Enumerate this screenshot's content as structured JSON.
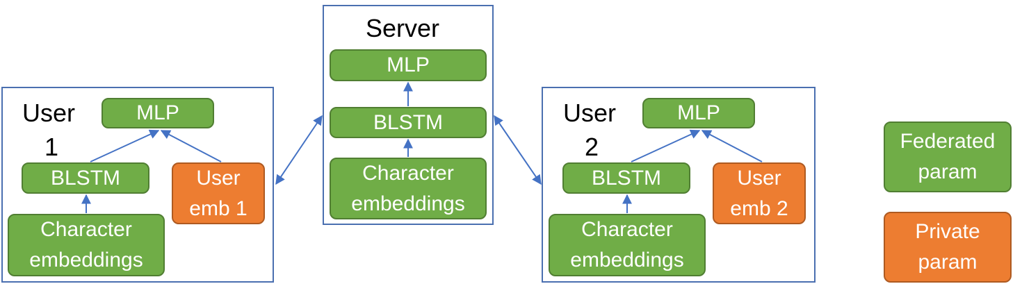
{
  "colors": {
    "federated": "#70ad47",
    "private": "#ed7d31",
    "frame": "#4a6fb0",
    "arrow": "#4472c4"
  },
  "user1": {
    "title": "User\n1",
    "mlp": "MLP",
    "blstm": "BLSTM",
    "char": "Character\nembeddings",
    "emb": "User\nemb 1"
  },
  "server": {
    "title": "Server",
    "mlp": "MLP",
    "blstm": "BLSTM",
    "char": "Character\nembeddings"
  },
  "user2": {
    "title": "User\n2",
    "mlp": "MLP",
    "blstm": "BLSTM",
    "char": "Character\nembeddings",
    "emb": "User\nemb 2"
  },
  "legend": {
    "federated": "Federated\nparam",
    "private": "Private\nparam"
  }
}
